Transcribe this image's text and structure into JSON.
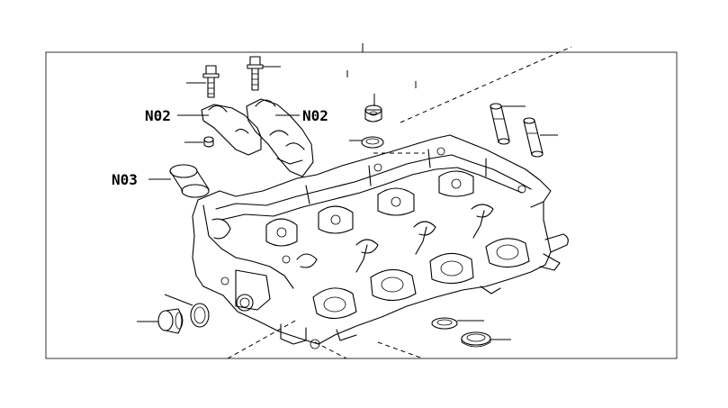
{
  "callouts": {
    "n02_left": "N02",
    "n02_right": "N02",
    "n03": "N03"
  },
  "colors": {
    "line": "#000000",
    "background": "#ffffff"
  }
}
